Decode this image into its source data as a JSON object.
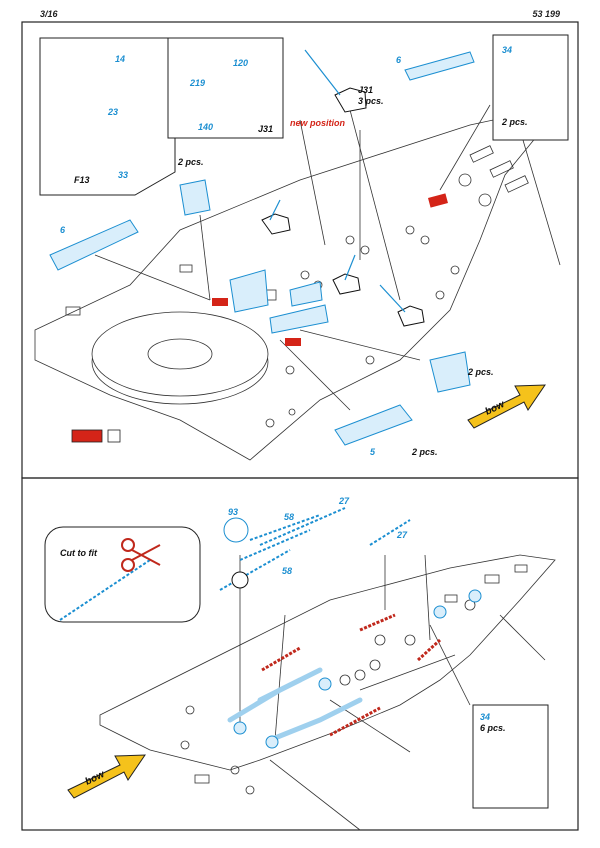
{
  "header": {
    "page": "3/16",
    "kit_number": "53 199"
  },
  "top_panel": {
    "inset_parts": {
      "p14": "14",
      "p23": "23",
      "p33": "33",
      "f13": "F13"
    },
    "crane_inset": {
      "p120": "120",
      "p219": "219",
      "p140": "140",
      "j31": "J31"
    },
    "new_position": "new position",
    "crane_callout": {
      "part": "J31",
      "qty": "3 pcs."
    },
    "part6_right": "6",
    "part6_left": "6",
    "corner_inset": {
      "part": "34",
      "qty": "2 pcs."
    },
    "qty_mid_left": "2 pcs.",
    "qty_right_tower": "2 pcs.",
    "bottom_part": {
      "part": "5",
      "qty": "2 pcs."
    },
    "arrow_label": "bow"
  },
  "bottom_panel": {
    "cut_label": "Cut to fit",
    "p93": "93",
    "p58a": "58",
    "p27a": "27",
    "p27b": "27",
    "p58b": "58",
    "corner_inset": {
      "part": "34",
      "qty": "6 pcs."
    },
    "arrow_label": "bow"
  },
  "colors": {
    "part_blue": "#1c8fd1",
    "paint_red": "#d42418",
    "arrow_yellow": "#f5c21b"
  }
}
